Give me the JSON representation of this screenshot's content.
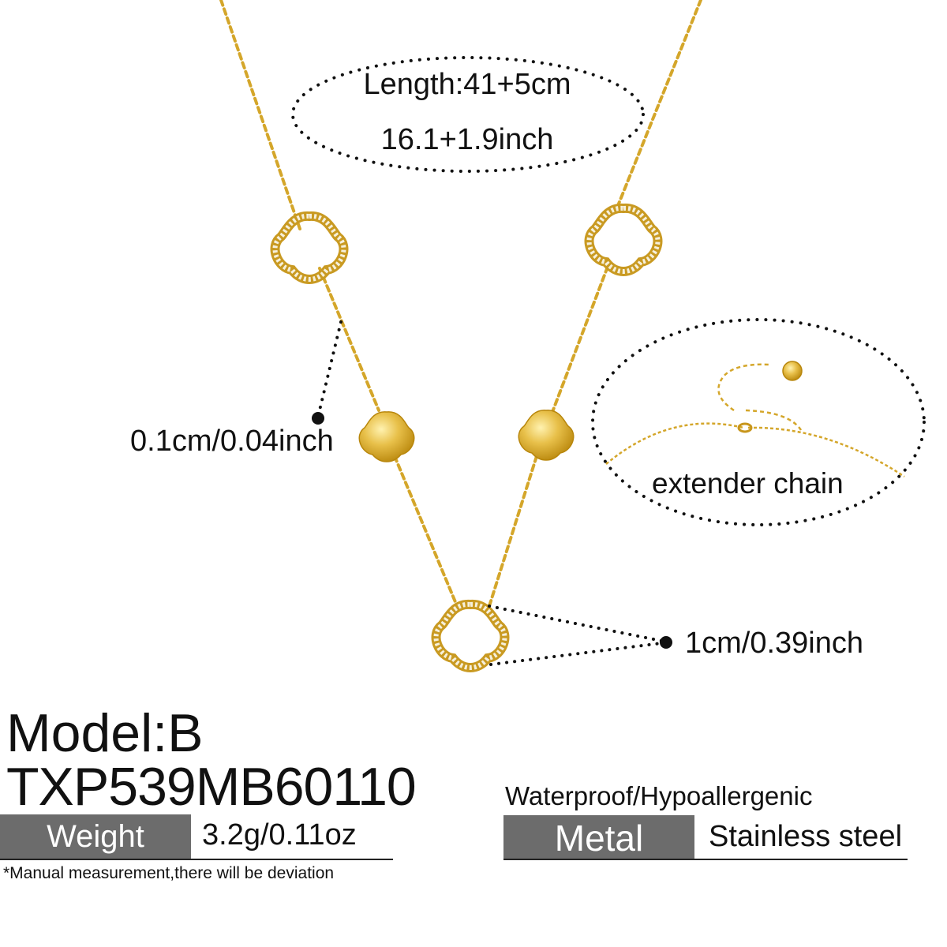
{
  "callouts": {
    "length_cm": "Length:41+5cm",
    "length_inch": "16.1+1.9inch",
    "chain_thickness": "0.1cm/0.04inch",
    "extender_label": "extender  chain",
    "pendant_size": "1cm/0.39inch"
  },
  "product": {
    "model": "Model:B",
    "code": "TXP539MB60110",
    "features": "Waterproof/Hypoallergenic",
    "weight_label": "Weight",
    "weight_value": "3.2g/0.11oz",
    "metal_label": "Metal",
    "metal_value": "Stainless steel",
    "note": "*Manual measurement,there will be deviation"
  },
  "colors": {
    "gold": "#d4a62a",
    "badge_gray": "#6c6c6c",
    "text": "#111111"
  }
}
